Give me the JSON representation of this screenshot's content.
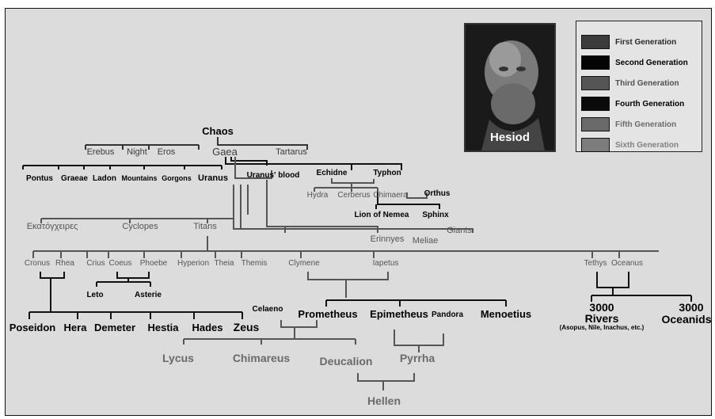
{
  "legend": {
    "items": [
      {
        "label": "First Generation",
        "swatch": "#3c3c3c",
        "text": "#2a2a2a"
      },
      {
        "label": "Second Generation",
        "swatch": "#050505",
        "text": "#000000"
      },
      {
        "label": "Third Generation",
        "swatch": "#555555",
        "text": "#505050"
      },
      {
        "label": "Fourth Generation",
        "swatch": "#0a0a0a",
        "text": "#000000"
      },
      {
        "label": "Fifth Generation",
        "swatch": "#6a6a6a",
        "text": "#6a6a6a"
      },
      {
        "label": "Sixth Generation",
        "swatch": "#7c7c7c",
        "text": "#808080"
      }
    ]
  },
  "portrait": {
    "caption": "Hesiod"
  },
  "tree": {
    "chaos": "Chaos",
    "erebus": "Erebus",
    "night": "Night",
    "eros": "Eros",
    "gaea": "Gaea",
    "tartarus": "Tartarus",
    "pontus": "Pontus",
    "graeae": "Graeae",
    "ladon": "Ladon",
    "mountains": "Mountains",
    "gorgons": "Gorgons",
    "uranus": "Uranus",
    "uranus_blood": "Uranus' blood",
    "echidne": "Echidne",
    "typhon": "Typhon",
    "hydra": "Hydra",
    "cerberus": "Cerberus",
    "chimaera": "Chimaera",
    "orthus": "Orthus",
    "lion": "Lion of Nemea",
    "sphinx": "Sphinx",
    "hecatoncheires": "Εκατόγχειρες",
    "cyclopes": "Cyclopes",
    "titans": "Titans",
    "giants": "Giants",
    "erinnyes": "Erinnyes",
    "meliae": "Meliae",
    "cronus": "Cronus",
    "rhea": "Rhea",
    "crius": "Crius",
    "coeus": "Coeus",
    "phoebe": "Phoebe",
    "hyperion": "Hyperion",
    "theia": "Theia",
    "themis": "Themis",
    "clymene": "Clymene",
    "iapetus": "Iapetus",
    "tethys": "Tethys",
    "oceanus": "Oceanus",
    "leto": "Leto",
    "asterie": "Asterie",
    "poseidon": "Poseidon",
    "hera": "Hera",
    "demeter": "Demeter",
    "hestia": "Hestia",
    "hades": "Hades",
    "zeus": "Zeus",
    "celaeno": "Celaeno",
    "prometheus": "Prometheus",
    "epimetheus": "Epimetheus",
    "pandora": "Pandora",
    "menoetius": "Menoetius",
    "rivers_count": "3000",
    "rivers": "Rivers",
    "rivers_note": "(Asopus, Nile, Inachus, etc.)",
    "oceanids_count": "3000",
    "oceanids": "Oceanids",
    "lycus": "Lycus",
    "chimareus": "Chimareus",
    "deucalion": "Deucalion",
    "pyrrha": "Pyrrha",
    "hellen": "Hellen"
  }
}
